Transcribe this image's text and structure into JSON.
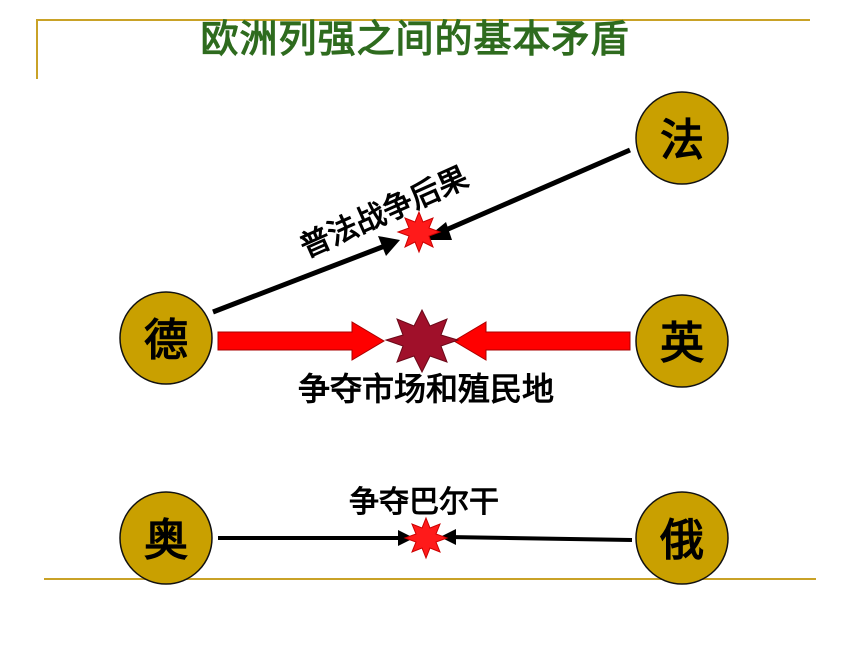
{
  "title": "欧洲列强之间的基本矛盾",
  "nodes": {
    "france": "法",
    "germany": "德",
    "britain": "英",
    "austria": "奥",
    "russia": "俄"
  },
  "relations": {
    "franco_german": "普法战争后果",
    "anglo_german": "争夺市场和殖民地",
    "austro_russian": "争夺巴尔干"
  },
  "colors": {
    "node_fill": "#c9a000",
    "title_green": "#2e6b1e",
    "arrow_red": "#ff0000",
    "burst_red": "#ff1a1a",
    "burst_dark": "#a0102a",
    "frame_gold": "#c9a227"
  }
}
